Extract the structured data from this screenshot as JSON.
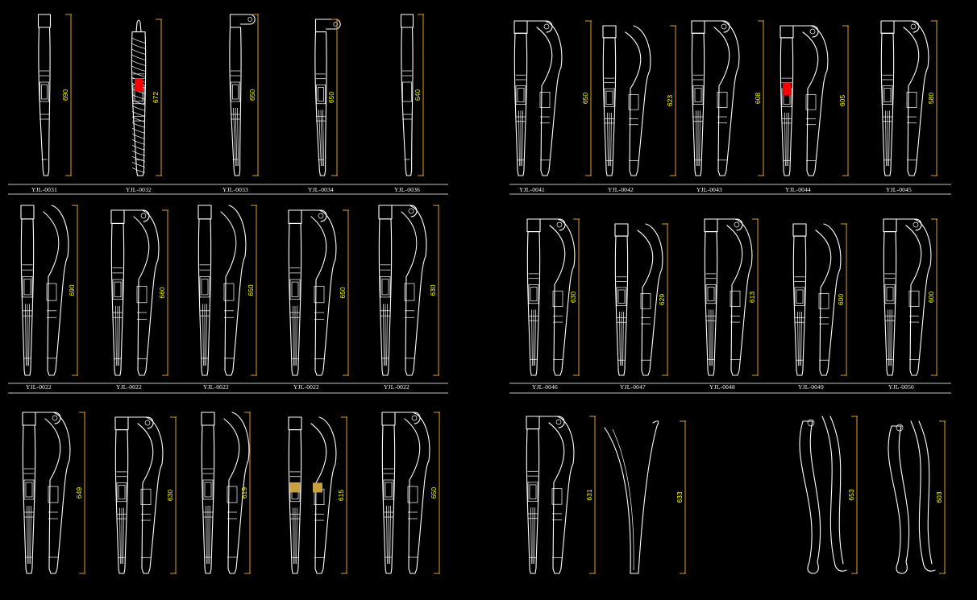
{
  "colors": {
    "background": "#000000",
    "line": "#ffffff",
    "dimension": "#e0a020",
    "dim_text": "#ffff00",
    "highlight": "#ff0000",
    "accent_gold": "#c8a040"
  },
  "groups": [
    {
      "id": "g1",
      "items": [
        {
          "code": "YJL-0031",
          "height": "690",
          "style": "turned",
          "top": "scroll-back"
        },
        {
          "code": "YJL-0032",
          "height": "672",
          "style": "rope",
          "top": "finial",
          "mark": "red"
        },
        {
          "code": "YJL-0033",
          "height": "650",
          "style": "fluted",
          "top": "scroll"
        },
        {
          "code": "YJL-0034",
          "height": "650",
          "style": "fluted",
          "top": "scroll"
        },
        {
          "code": "YJL-0036",
          "height": "640",
          "style": "plain",
          "top": "flat"
        }
      ]
    },
    {
      "id": "g2",
      "items": [
        {
          "code": "YJL-0041",
          "height": "650",
          "style": "pair",
          "top": "scroll"
        },
        {
          "code": "YJL-0042",
          "height": "623",
          "style": "pair",
          "top": "flat"
        },
        {
          "code": "YJL-0043",
          "height": "608",
          "style": "pair",
          "top": "scroll"
        },
        {
          "code": "YJL-0044",
          "height": "605",
          "style": "pair",
          "top": "scroll",
          "mark": "red"
        },
        {
          "code": "YJL-0045",
          "height": "580",
          "style": "pair",
          "top": "scroll"
        }
      ]
    },
    {
      "id": "g3",
      "items": [
        {
          "code": "YJL-0022",
          "height": "690",
          "style": "pair",
          "top": "flat"
        },
        {
          "code": "YJL-0022",
          "height": "660",
          "style": "pair",
          "top": "scroll"
        },
        {
          "code": "YJL-0022",
          "height": "650",
          "style": "pair",
          "top": "flat"
        },
        {
          "code": "YJL-0022",
          "height": "650",
          "style": "pair",
          "top": "scroll"
        },
        {
          "code": "YJL-0022",
          "height": "630",
          "style": "pair",
          "top": "scroll"
        }
      ]
    },
    {
      "id": "g4",
      "items": [
        {
          "code": "YJL-0046",
          "height": "630",
          "style": "pair",
          "top": "scroll"
        },
        {
          "code": "YJL-0047",
          "height": "629",
          "style": "pair",
          "top": "flat"
        },
        {
          "code": "YJL-0048",
          "height": "613",
          "style": "pair",
          "top": "scroll"
        },
        {
          "code": "YJL-0049",
          "height": "600",
          "style": "pair",
          "top": "flat"
        },
        {
          "code": "YJL-0050",
          "height": "600",
          "style": "pair",
          "top": "scroll"
        }
      ]
    },
    {
      "id": "g5",
      "items": [
        {
          "code": "",
          "height": "649",
          "style": "pair",
          "top": "scroll"
        },
        {
          "code": "",
          "height": "630",
          "style": "pair",
          "top": "scroll"
        },
        {
          "code": "",
          "height": "619",
          "style": "pair",
          "top": "flat"
        },
        {
          "code": "",
          "height": "615",
          "style": "pair",
          "top": "flat",
          "mark": "gold"
        },
        {
          "code": "",
          "height": "650",
          "style": "pair",
          "top": "scroll"
        }
      ]
    },
    {
      "id": "g6",
      "items": [
        {
          "code": "",
          "height": "631",
          "style": "pair",
          "top": "scroll"
        },
        {
          "code": "",
          "height": "633",
          "style": "curve",
          "top": "flat"
        },
        {
          "code": "",
          "height": "653",
          "style": "cabriole",
          "top": "scroll"
        },
        {
          "code": "",
          "height": "603",
          "style": "cabriole",
          "top": "scroll"
        }
      ]
    }
  ]
}
